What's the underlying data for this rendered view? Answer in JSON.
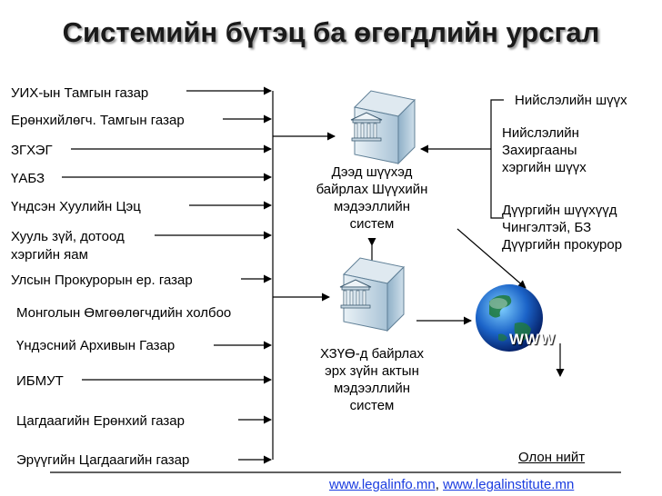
{
  "title": "Системийн бүтэц ба өгөгдлийн урсгал",
  "left_sources": [
    "УИХ-ын Тамгын газар",
    "Ерөнхийлөгч. Тамгын газар",
    "ЗГХЭГ",
    "ҮАБЗ",
    "Үндсэн Хуулийн Цэц",
    "Хууль зүй, дотоод",
    "хэргийн яам",
    "Улсын Прокурорын ер. газар",
    "Монголын Өмгөөлөгчдийн холбоо",
    "Үндэсний Архивын Газар",
    "ИБМУТ",
    "Цагдаагийн Ерөнхий  газар",
    "Эрүүгийн Цагдаагийн газар"
  ],
  "top_system": [
    "Дээд шүүхэд",
    "байрлах Шүүхийн",
    "мэдээллийн",
    "систем"
  ],
  "bottom_system": [
    "ХЗҮӨ-д байрлах",
    "эрх зүйн актын",
    "мэдээллийн",
    "систем"
  ],
  "courts": {
    "capital_court": "Нийслэлийн шүүх",
    "admin_court": [
      "Нийслэлийн",
      "Захиргааны",
      "хэргийн шүүх"
    ],
    "district_court": [
      "Дүүргийн шүүхүүд",
      "Чингэлтэй, БЗ",
      "Дүүргийн прокурор"
    ]
  },
  "www_label": "WWW",
  "public_label": "Олон нийт",
  "links": {
    "first": "www.legalinfo.mn",
    "separator": ", ",
    "second": "www.legalinstitute.mn"
  }
}
